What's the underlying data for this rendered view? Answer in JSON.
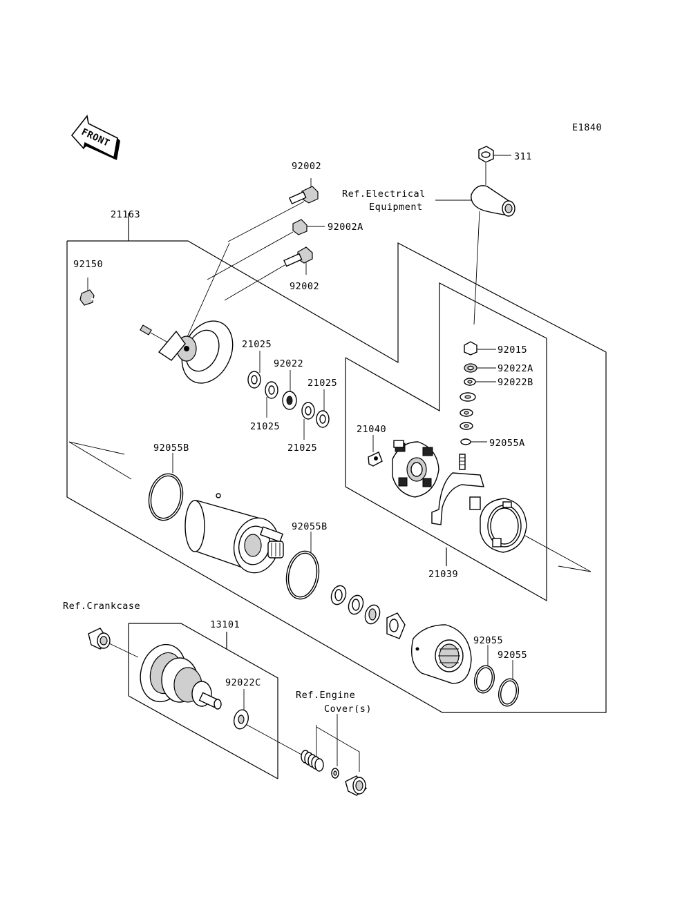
{
  "diagram_code": "E1840",
  "front_arrow": {
    "text": "FRONT",
    "icon": "front-arrow-icon"
  },
  "labels": {
    "p311": "311",
    "ref_electrical_1": "Ref.Electrical",
    "ref_electrical_2": "Equipment",
    "p92002_top": "92002",
    "p92002A": "92002A",
    "p92002_mid": "92002",
    "p21163": "21163",
    "p92150": "92150",
    "p92015": "92015",
    "p92022A": "92022A",
    "p92022B": "92022B",
    "p21025_a": "21025",
    "p92022": "92022",
    "p21025_b": "21025",
    "p21025_c": "21025",
    "p21025_d": "21025",
    "p21040": "21040",
    "p92055A": "92055A",
    "p92055B_a": "92055B",
    "p92055B_b": "92055B",
    "p21039": "21039",
    "ref_crankcase": "Ref.Crankcase",
    "p13101": "13101",
    "p92022C": "92022C",
    "ref_engine_1": "Ref.Engine",
    "ref_engine_2": "Cover(s)",
    "p92055_a": "92055",
    "p92055_b": "92055"
  }
}
